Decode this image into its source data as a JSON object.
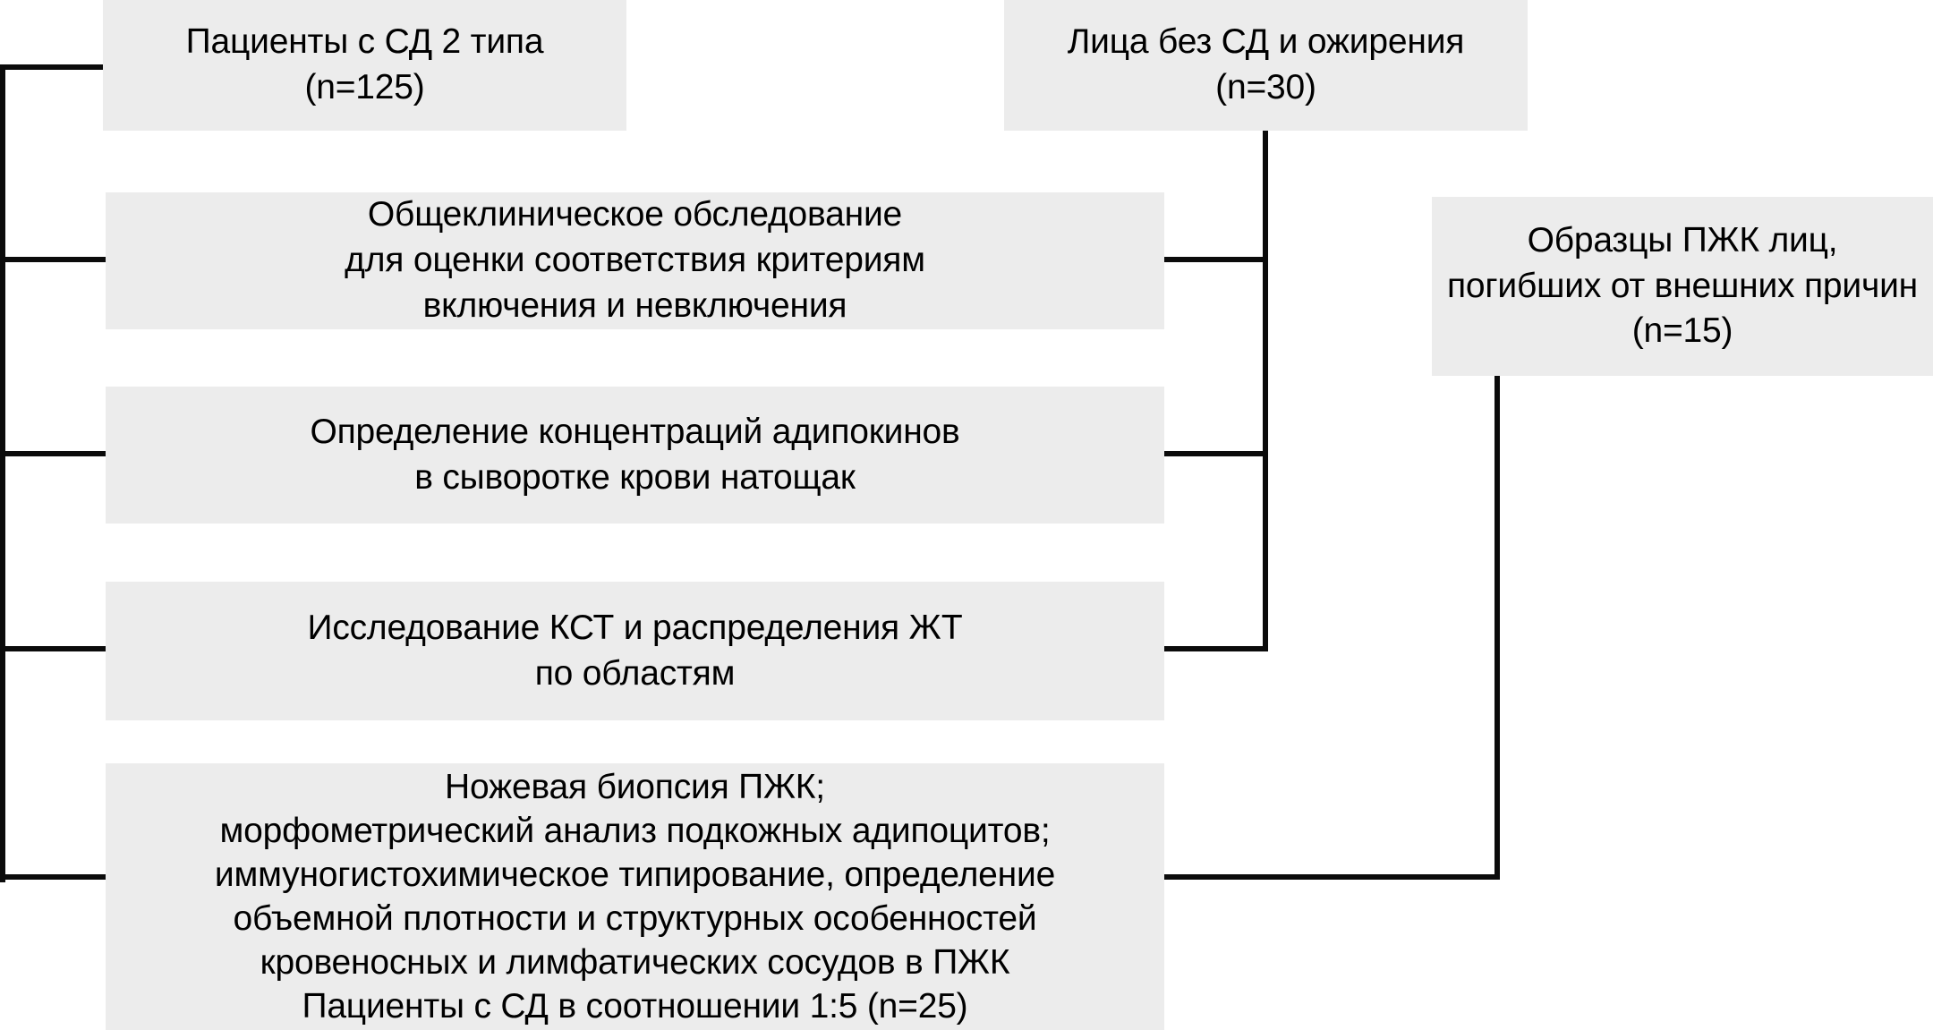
{
  "diagram": {
    "type": "flowchart",
    "background_color": "#ffffff",
    "box_fill_color": "#ececec",
    "connector_color": "#0b0b0b",
    "text_color": "#000000",
    "nodes": [
      {
        "id": "patients-dm2",
        "title": "Пациенты с СД 2 типа",
        "count_label": "(n=125)",
        "text": "Пациенты с СД 2 типа\n(n=125)"
      },
      {
        "id": "no-dm-obesity",
        "title": "Лица без СД и ожирения",
        "count_label": "(n=30)",
        "text": "Лица без СД и ожирения\n(n=30)"
      },
      {
        "id": "clinical-exam",
        "text": "Общеклиническое обследование\nдля оценки соответствия критериям\nвключения и невключения"
      },
      {
        "id": "spj-samples",
        "title": "Образцы ПЖК лиц,",
        "count_label": "(n=15)",
        "text": "Образцы ПЖК лиц,\nпогибших от внешних причин\n(n=15)"
      },
      {
        "id": "adipokines",
        "text": "Определение концентраций адипокинов\nв сыворотке крови натощак"
      },
      {
        "id": "kst-study",
        "text": "Исследование КСТ и распределения ЖТ\nпо областям"
      },
      {
        "id": "biopsy",
        "count_label": "(n=25)",
        "text": "Ножевая биопсия ПЖК;\nморфометрический анализ подкожных адипоцитов;\nиммуногистохимическое типирование, определение\nобъемной плотности и структурных особенностей\nкровеносных и лимфатических сосудов в ПЖК\nПациенты с СД в соотношении 1:5 (n=25)"
      }
    ]
  }
}
